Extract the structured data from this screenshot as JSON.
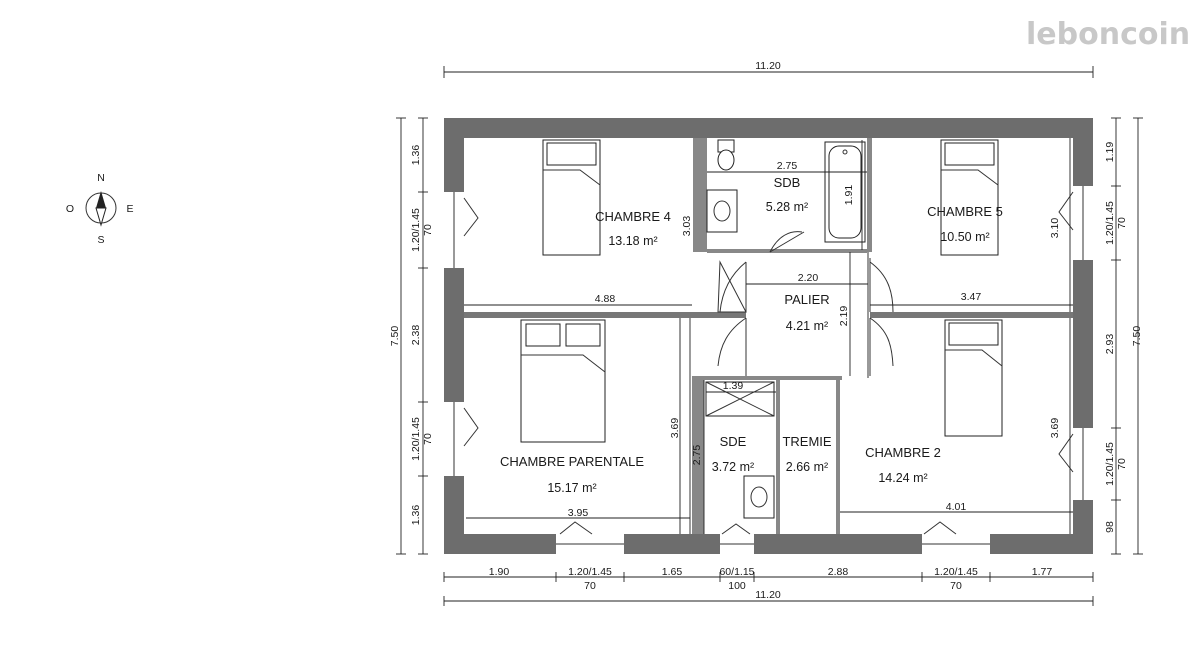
{
  "brand": {
    "watermark": "leboncoin"
  },
  "compass": {
    "north": "N",
    "south": "S",
    "east": "E",
    "west": "O"
  },
  "rooms": {
    "chambre4": {
      "name": "CHAMBRE 4",
      "area": "13.18 m²"
    },
    "sdb": {
      "name": "SDB",
      "area": "5.28 m²"
    },
    "chambre5": {
      "name": "CHAMBRE 5",
      "area": "10.50 m²"
    },
    "palier": {
      "name": "PALIER",
      "area": "4.21 m²"
    },
    "parentale": {
      "name": "CHAMBRE PARENTALE",
      "area": "15.17 m²"
    },
    "sde": {
      "name": "SDE",
      "area": "3.72 m²"
    },
    "tremie": {
      "name": "TREMIE",
      "area": "2.66 m²"
    },
    "chambre2": {
      "name": "CHAMBRE 2",
      "area": "14.24 m²"
    }
  },
  "dims": {
    "top_total": "11.20",
    "bottom_total": "11.20",
    "bottom": [
      "1.90",
      "1.20/1.45",
      "70",
      "1.65",
      "60/1.15",
      "100",
      "2.88",
      "1.20/1.45",
      "70",
      "1.77"
    ],
    "left_total": "7.50",
    "left": [
      "1.36",
      "1.20/1.45",
      "70",
      "2.38",
      "1.20/1.45",
      "70",
      "1.36"
    ],
    "right_total": "7.50",
    "right": [
      "1.19",
      "1.20/1.45",
      "70",
      "2.93",
      "1.20/1.45",
      "70",
      "98"
    ],
    "interior": {
      "c4_width": "4.88",
      "c4_height": "3.03",
      "sdb_width": "2.75",
      "sdb_height": "1.91",
      "palier_width": "2.20",
      "palier_height": "2.19",
      "c5_width": "3.47",
      "c5_height": "3.10",
      "parent_width": "3.95",
      "parent_height": "3.69",
      "sde_width": "1.39",
      "sde_height": "2.75",
      "c2_width": "4.01",
      "c2_height": "3.69"
    }
  }
}
